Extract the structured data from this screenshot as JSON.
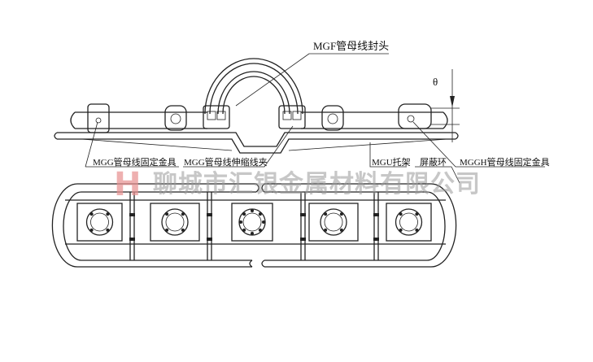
{
  "labels": {
    "seal": "MGF管母线封头",
    "fixing_left": "MGG管母线固定金具",
    "expansion_clamp": "MGG管母线伸缩线夹",
    "tray": "MGU托架",
    "shield_ring": "屏蔽环",
    "fixing_right": "MGGH管母线固定金具",
    "angle_symbol": "θ"
  },
  "watermark": {
    "logo_letter": "H",
    "company": "聊城市汇银金属材料有限公司",
    "logo_color": "#e89090"
  }
}
